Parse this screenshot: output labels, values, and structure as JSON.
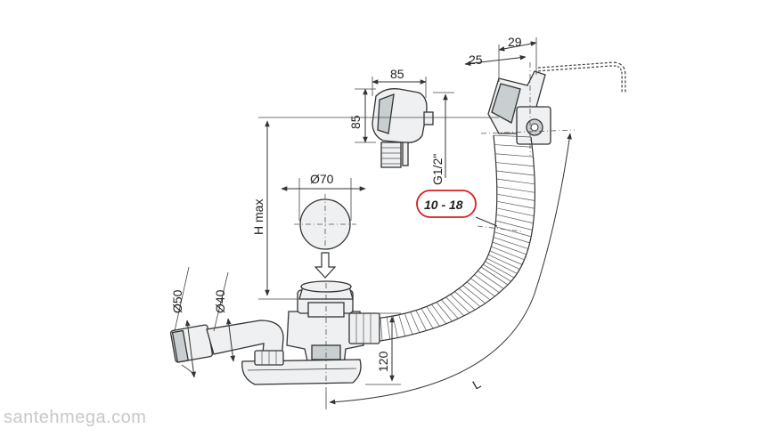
{
  "dimensions": {
    "d29": "29",
    "d25": "25",
    "d85_width": "85",
    "d85_height": "85",
    "thread": "G1/2\"",
    "range": "10 - 18",
    "h_max": "H max",
    "d70": "Ø70",
    "d50": "Ø50",
    "d40": "Ø40",
    "d120": "120",
    "length": "L"
  },
  "colors": {
    "highlight_ring": "#d62020",
    "line": "#333333",
    "fill_light": "#eef0f1",
    "watermark": "#c8c8c8"
  },
  "watermark": "santehmega.com"
}
